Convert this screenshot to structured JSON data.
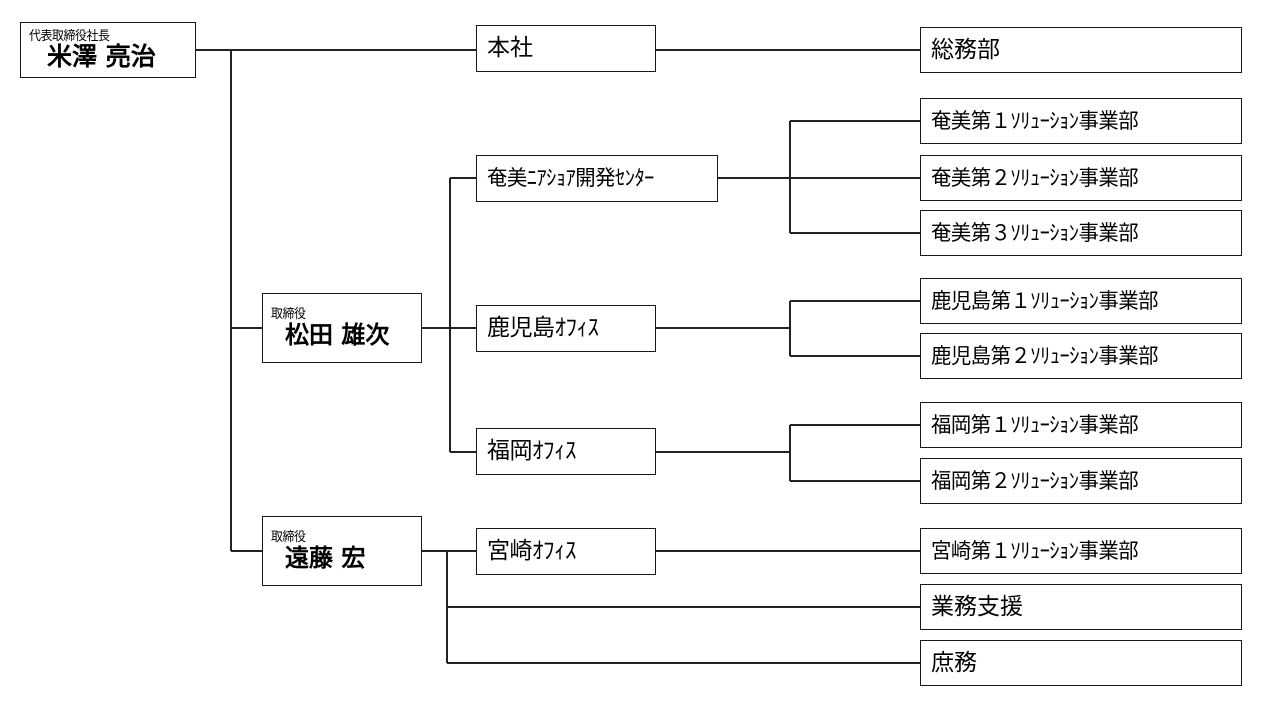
{
  "chart": {
    "kind": "organization-chart",
    "language": "ja",
    "line_color": "#222222",
    "box_border_color": "#1a1a1a",
    "background": "#ffffff"
  },
  "executive": {
    "title": "代表取締役社長",
    "name": "米澤 亮治"
  },
  "directors": [
    {
      "title": "取締役",
      "name": "松田 雄次"
    },
    {
      "title": "取締役",
      "name": "遠藤 宏"
    }
  ],
  "offices": {
    "head_office": "本社",
    "amami_center": "奄美ﾆｱｼｮｱ開発ｾﾝﾀｰ",
    "kagoshima": "鹿児島ｵﾌｨｽ",
    "fukuoka": "福岡ｵﾌｨｽ",
    "miyazaki": "宮崎ｵﾌｨｽ"
  },
  "departments": {
    "general_affairs": "総務部",
    "amami": [
      "奄美第１ｿﾘｭｰｼｮﾝ事業部",
      "奄美第２ｿﾘｭｰｼｮﾝ事業部",
      "奄美第３ｿﾘｭｰｼｮﾝ事業部"
    ],
    "kagoshima": [
      "鹿児島第１ｿﾘｭｰｼｮﾝ事業部",
      "鹿児島第２ｿﾘｭｰｼｮﾝ事業部"
    ],
    "fukuoka": [
      "福岡第１ｿﾘｭｰｼｮﾝ事業部",
      "福岡第２ｿﾘｭｰｼｮﾝ事業部"
    ],
    "miyazaki": [
      "宮崎第１ｿﾘｭｰｼｮﾝ事業部"
    ],
    "direct": [
      "業務支援",
      "庶務"
    ]
  }
}
